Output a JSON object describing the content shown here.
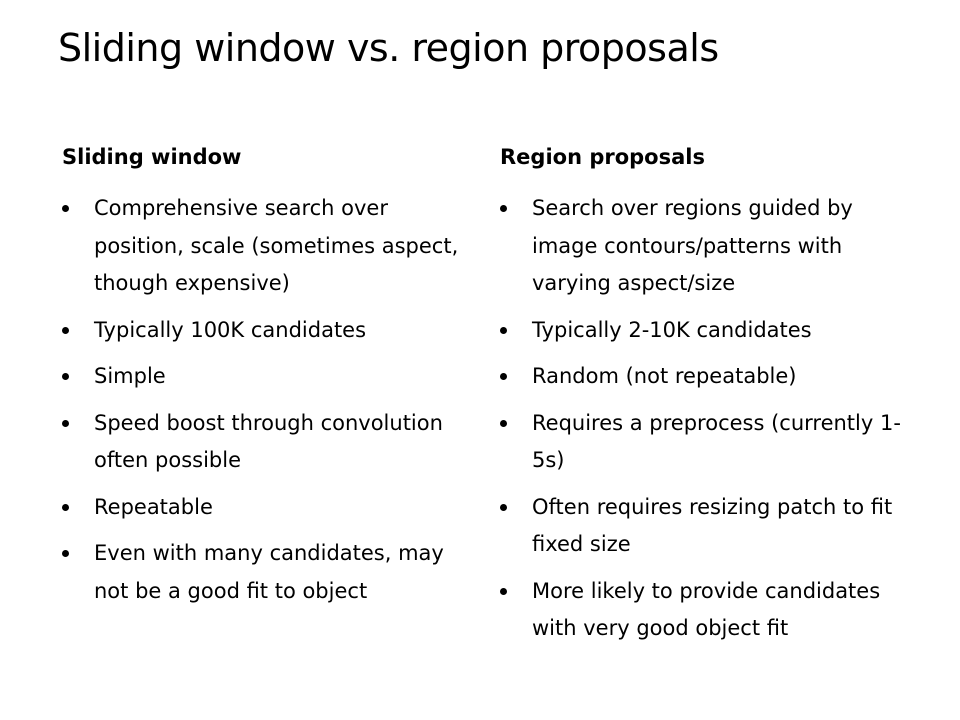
{
  "slide": {
    "title": "Sliding window vs. region proposals"
  },
  "left_column": {
    "heading": "Sliding window",
    "bullets": [
      "Comprehensive search over position, scale (sometimes aspect, though expensive)",
      "Typically 100K candidates",
      "Simple",
      "Speed boost through convolution often possible",
      "Repeatable",
      "Even with many candidates, may not be a good fit to object"
    ]
  },
  "right_column": {
    "heading": "Region proposals",
    "bullets": [
      "Search over regions guided by image contours/patterns with varying aspect/size",
      "Typically 2-10K candidates",
      "Random (not repeatable)",
      "Requires a preprocess (currently 1-5s)",
      "Often requires resizing patch to fit fixed size",
      "More likely to provide candidates with very good object fit"
    ]
  },
  "icons": {
    "bullet": "bullet-dot-icon"
  }
}
